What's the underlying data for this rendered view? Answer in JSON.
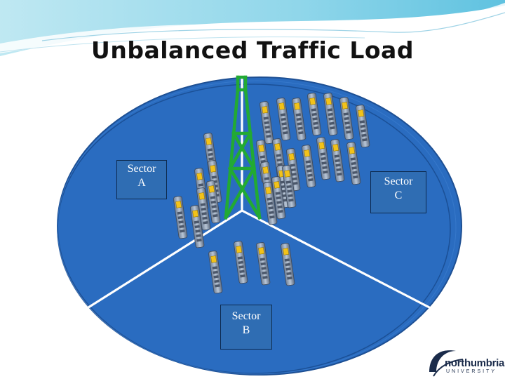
{
  "slide": {
    "title": "Unbalanced Traffic Load"
  },
  "sectors": {
    "a": {
      "line1": "Sector",
      "line2": "A"
    },
    "b": {
      "line1": "Sector",
      "line2": "B"
    },
    "c": {
      "line1": "Sector",
      "line2": "C"
    }
  },
  "logo": {
    "name": "northumbria",
    "subtitle": "UNIVERSITY"
  },
  "colors": {
    "cell_fill": "#2a6cc0",
    "tower": "#22aa33",
    "header_wave": "#7fd0e6"
  },
  "icons": [
    "mobile-phone-icon",
    "cell-tower-icon"
  ]
}
